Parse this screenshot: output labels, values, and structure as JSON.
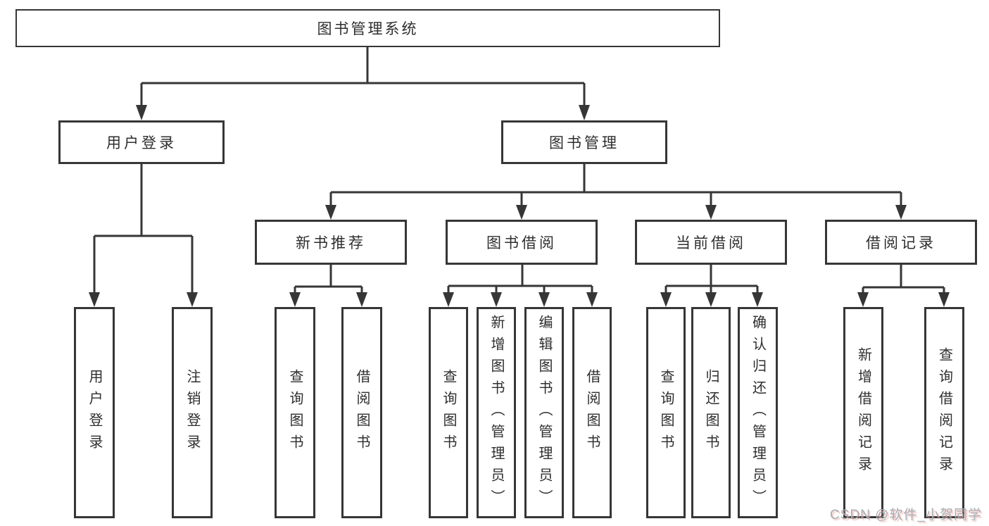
{
  "diagram": {
    "root_label": "图书管理系统",
    "branches": [
      {
        "label": "用户登录",
        "children": [
          "用户登录",
          "注销登录"
        ]
      },
      {
        "label": "图书管理",
        "children": [
          {
            "label": "新书推荐",
            "children": [
              "查询图书",
              "借阅图书"
            ]
          },
          {
            "label": "图书借阅",
            "children": [
              "查询图书",
              "新增图书（管理员）",
              "编辑图书（管理员）",
              "借阅图书"
            ]
          },
          {
            "label": "当前借阅",
            "children": [
              "查询图书",
              "归还图书",
              "确认归还（管理员）"
            ]
          },
          {
            "label": "借阅记录",
            "children": [
              "新增借阅记录",
              "查询借阅记录"
            ]
          }
        ]
      }
    ]
  },
  "watermark": {
    "text": "CSDN @软件_小贺同学"
  },
  "colors": {
    "line": "#363636",
    "box_border": "#363636",
    "text": "#2e2e2e",
    "background": "#ffffff",
    "watermark_text": "#a6adb5",
    "watermark_shadow": "#f4a096"
  }
}
